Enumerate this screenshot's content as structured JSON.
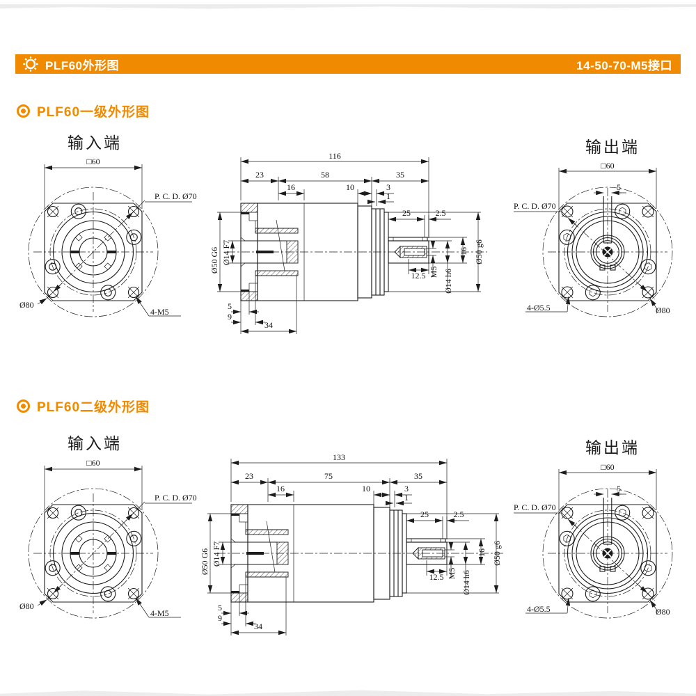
{
  "theme": {
    "accent": "#f08a00",
    "line_color": "#1c1c1c",
    "paper": "#ffffff"
  },
  "header": {
    "title": "PLF60外形图",
    "interface_label": "14-50-70-M5接口",
    "icon": "gear-icon"
  },
  "sections": [
    {
      "title": "PLF60一级外形图",
      "input_label": "输入端",
      "output_label": "输出端",
      "front": {
        "square": "□60",
        "pcd": "P. C. D. Ø70",
        "flange_dia": "Ø80",
        "holes": "4-M5"
      },
      "rear": {
        "square": "□60",
        "pcd": "P. C. D. Ø70",
        "flange_dia": "Ø80",
        "holes": "4-Ø5.5",
        "key_width": "5"
      },
      "side": {
        "overall": "116",
        "seg_front": "23",
        "seg_mid": "58",
        "seg_rear": "35",
        "len16": "16",
        "len10": "10",
        "len3": "3",
        "len1": "1",
        "len25": "25",
        "len2_5": "2.5",
        "len12_5": "12.5",
        "tap": "M5",
        "shaft": "Ø14 h6",
        "key_h": "16",
        "pilot_out": "Ø50 g6",
        "pilot_in": "Ø50 G6",
        "bore_in": "Ø14 F7",
        "len5": "5",
        "len9": "9",
        "len34": "34"
      }
    },
    {
      "title": "PLF60二级外形图",
      "input_label": "输入端",
      "output_label": "输出端",
      "front": {
        "square": "□60",
        "pcd": "P. C. D. Ø70",
        "flange_dia": "Ø80",
        "holes": "4-M5"
      },
      "rear": {
        "square": "□60",
        "pcd": "P. C. D. Ø70",
        "flange_dia": "Ø80",
        "holes": "4-Ø5.5",
        "key_width": "5"
      },
      "side": {
        "overall": "133",
        "seg_front": "23",
        "seg_mid": "75",
        "seg_rear": "35",
        "len16": "16",
        "len10": "10",
        "len3": "3",
        "len1": "1",
        "len25": "25",
        "len2_5": "2.5",
        "len12_5": "12.5",
        "tap": "M5",
        "shaft": "Ø14 h6",
        "key_h": "16",
        "pilot_out": "Ø50 g6",
        "pilot_in": "Ø50 G6",
        "bore_in": "Ø14 F7",
        "len5": "5",
        "len9": "9",
        "len34": "34"
      }
    }
  ]
}
